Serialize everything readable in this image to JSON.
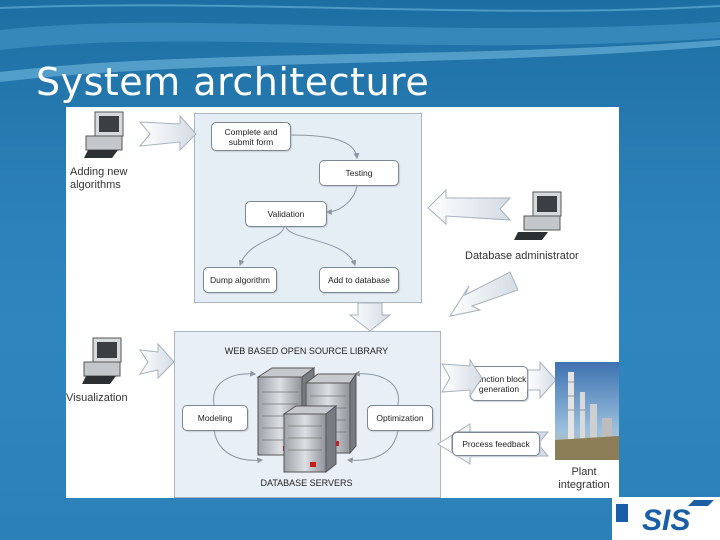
{
  "slide": {
    "title": "System architecture"
  },
  "workflow": {
    "complete_form": "Complete and submit form",
    "testing": "Testing",
    "validation": "Validation",
    "dump": "Dump algorithm",
    "add_db": "Add to database"
  },
  "library": {
    "title": "WEB BASED OPEN SOURCE LIBRARY",
    "modeling": "Modeling",
    "optimization": "Optimization",
    "servers": "DATABASE SERVERS"
  },
  "actors": {
    "adding": "Adding new algorithms",
    "admin": "Database administrator",
    "visualization": "Visualization",
    "plant": "Plant integration"
  },
  "side": {
    "function_block": "Function block generation",
    "process_feedback": "Process feedback"
  },
  "logo": {
    "text": "SIS"
  },
  "colors": {
    "background": "#2a7fb6",
    "panel": "#ffffff",
    "box_fill": "#e5edf5",
    "server_red": "#cc1b1b",
    "logo_blue": "#1a5fa5"
  },
  "icons": [
    "computer-icon",
    "server-icon",
    "plant-photo",
    "arrow-icon"
  ]
}
